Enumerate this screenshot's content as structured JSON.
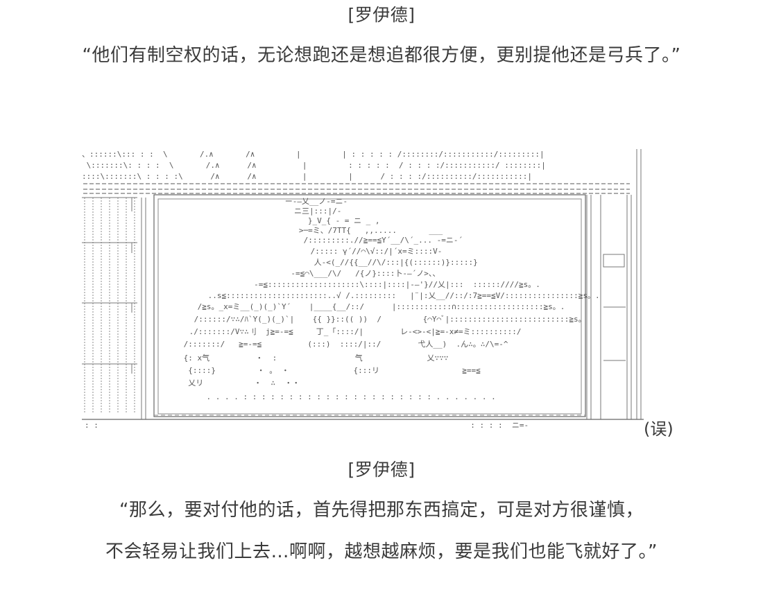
{
  "dialogue_top": {
    "speaker": "[罗伊德]",
    "line": "“他们有制空权的话，无论想跑还是想追都很方便，更别提他还是弓兵了。”"
  },
  "art": {
    "rows": [
      "、::::::\\::: : :  \\       /.∧       /∧         |         | : : : : : /::::::::/:::::::::::/:::::::::|",
      " \\:::::::\\: : : :  \\       /.∧      /∧          |         : : : : :  / : : : :/:::::::::::/ ::::::::|",
      "::::\\:::::::\\ : : : :\\      /∧      /∧          |         |      / : : : :/::::::::::/:::::::::::|",
      "==========================================================================================:|:",
      "",
      "              ー-—乂__ノ-=ニ-",
      "                ニ三|:::|/-",
      "                   }_V_{ - = ニ _ ,",
      "           >─=ミ、/7TT{   ,,.....       ___",
      "         /:::::::::.//≧==≦Y´__/\\´_... -=ニ-´",
      "         /::::: γ´//⌒\\√::/|´x=ミ::::V-",
      "         人-<(_//{{__//\\/:::|{(::::::)}:::::}",
      "       -=≦⌒\\___/\\/   /{ノ}::::卜-—´ノ>、、",
      "     -=≦::::::::::::::::::::\\::::|::::|-—'}//乂|:::  ::::::////≧s。.",
      " ..s≦::::::::::::::::::::::..√ /.:::::::::   |¨|:乂__//::/:7≧==≦V/::::::::::::::::≧s。.",
      " /≧s。_x=ミ__(_)(_)`Y´    |____{__/::/      |::::::::::::∩:::::::::::::::::::≧s。.",
      " /::::::/∵∴/ﾊ`Y(_)(_)`|    {{ }}::(( ))  /         {⌒Y⌒ﾞ|::::::::::::::::::::::::::≧s。",
      " ./:::::::/V∵∴刂  j≧=-=≦     丁_「::::/|        レ-<>-<|≧=-x≠=ミ::::::::::/",
      " /:::::::/   ≧=-=≦          (:::)  ::::/|::/        弋人__)  .ん∴。∴/\\=-^",
      " {: x气          ・  :                 气              乂∵∵∵",
      "  {::::}         ・ 。 ・              {:::リ                  ≧==≦",
      "  乂リ           ・  ∴  ・・",
      "            . . . . : : : : : : : : : : : : : : : : : : : : : . . . . . . ."
    ],
    "bottom_marks": ": :                                                                                 : : : :  ニ=-",
    "error_caption": "(误)"
  },
  "dialogue_bottom": {
    "speaker": "[罗伊德]",
    "line1": "“那么，要对付他的话，首先得把那东西搞定，可是对方很谨慎，",
    "line2": "不会轻易让我们上去…啊啊，越想越麻烦，要是我们也能飞就好了。”"
  }
}
